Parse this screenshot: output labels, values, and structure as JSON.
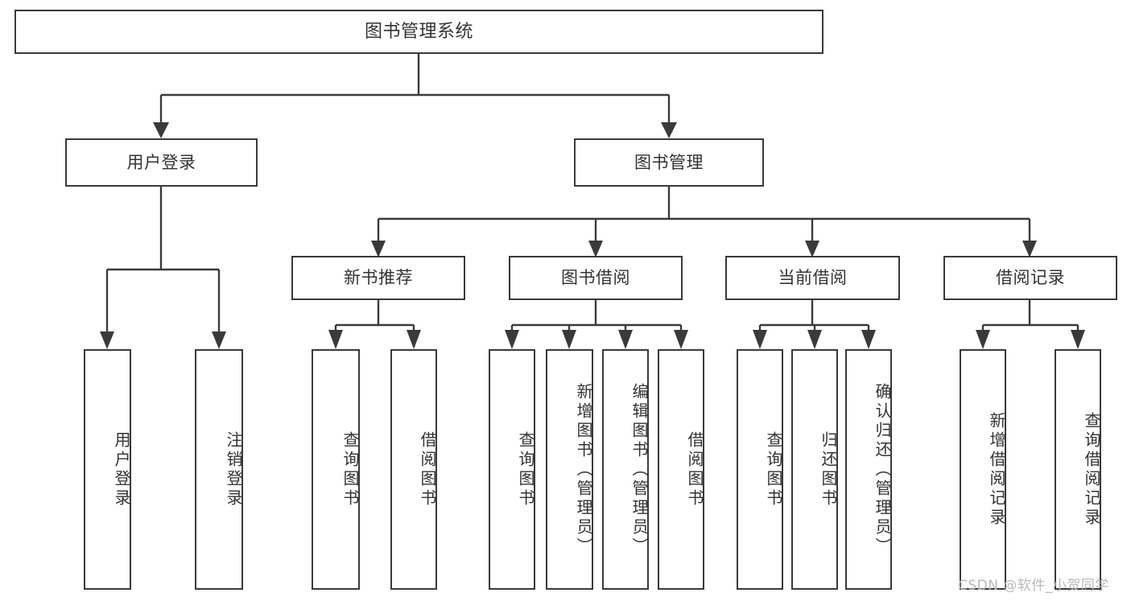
{
  "diagram": {
    "title": "图书管理系统",
    "type": "tree-hierarchy-chart",
    "root": {
      "label": "图书管理系统"
    },
    "level2": [
      {
        "label": "用户登录"
      },
      {
        "label": "图书管理"
      }
    ],
    "level3": [
      {
        "label": "新书推荐"
      },
      {
        "label": "图书借阅"
      },
      {
        "label": "当前借阅"
      },
      {
        "label": "借阅记录"
      }
    ],
    "leaves": {
      "user_login": [
        {
          "label": "用户登录"
        },
        {
          "label": "注销登录"
        }
      ],
      "new_book_recommend": [
        {
          "label": "查询图书"
        },
        {
          "label": "借阅图书"
        }
      ],
      "book_borrow": [
        {
          "label": "查询图书"
        },
        {
          "label": "新增图书（管理员）"
        },
        {
          "label": "编辑图书（管理员）"
        },
        {
          "label": "借阅图书"
        }
      ],
      "current_borrow": [
        {
          "label": "查询图书"
        },
        {
          "label": "归还图书"
        },
        {
          "label": "确认归还（管理员）"
        }
      ],
      "borrow_record": [
        {
          "label": "新增借阅记录"
        },
        {
          "label": "查询借阅记录"
        }
      ]
    }
  },
  "watermark": {
    "text": "CSDN @软件_小贺同学"
  },
  "colors": {
    "box_border": "#3a3a3a",
    "box_fill": "#ffffff",
    "text": "#333333",
    "connector": "#3a3a3a",
    "watermark": "#b9b9b9",
    "background": "#ffffff"
  }
}
